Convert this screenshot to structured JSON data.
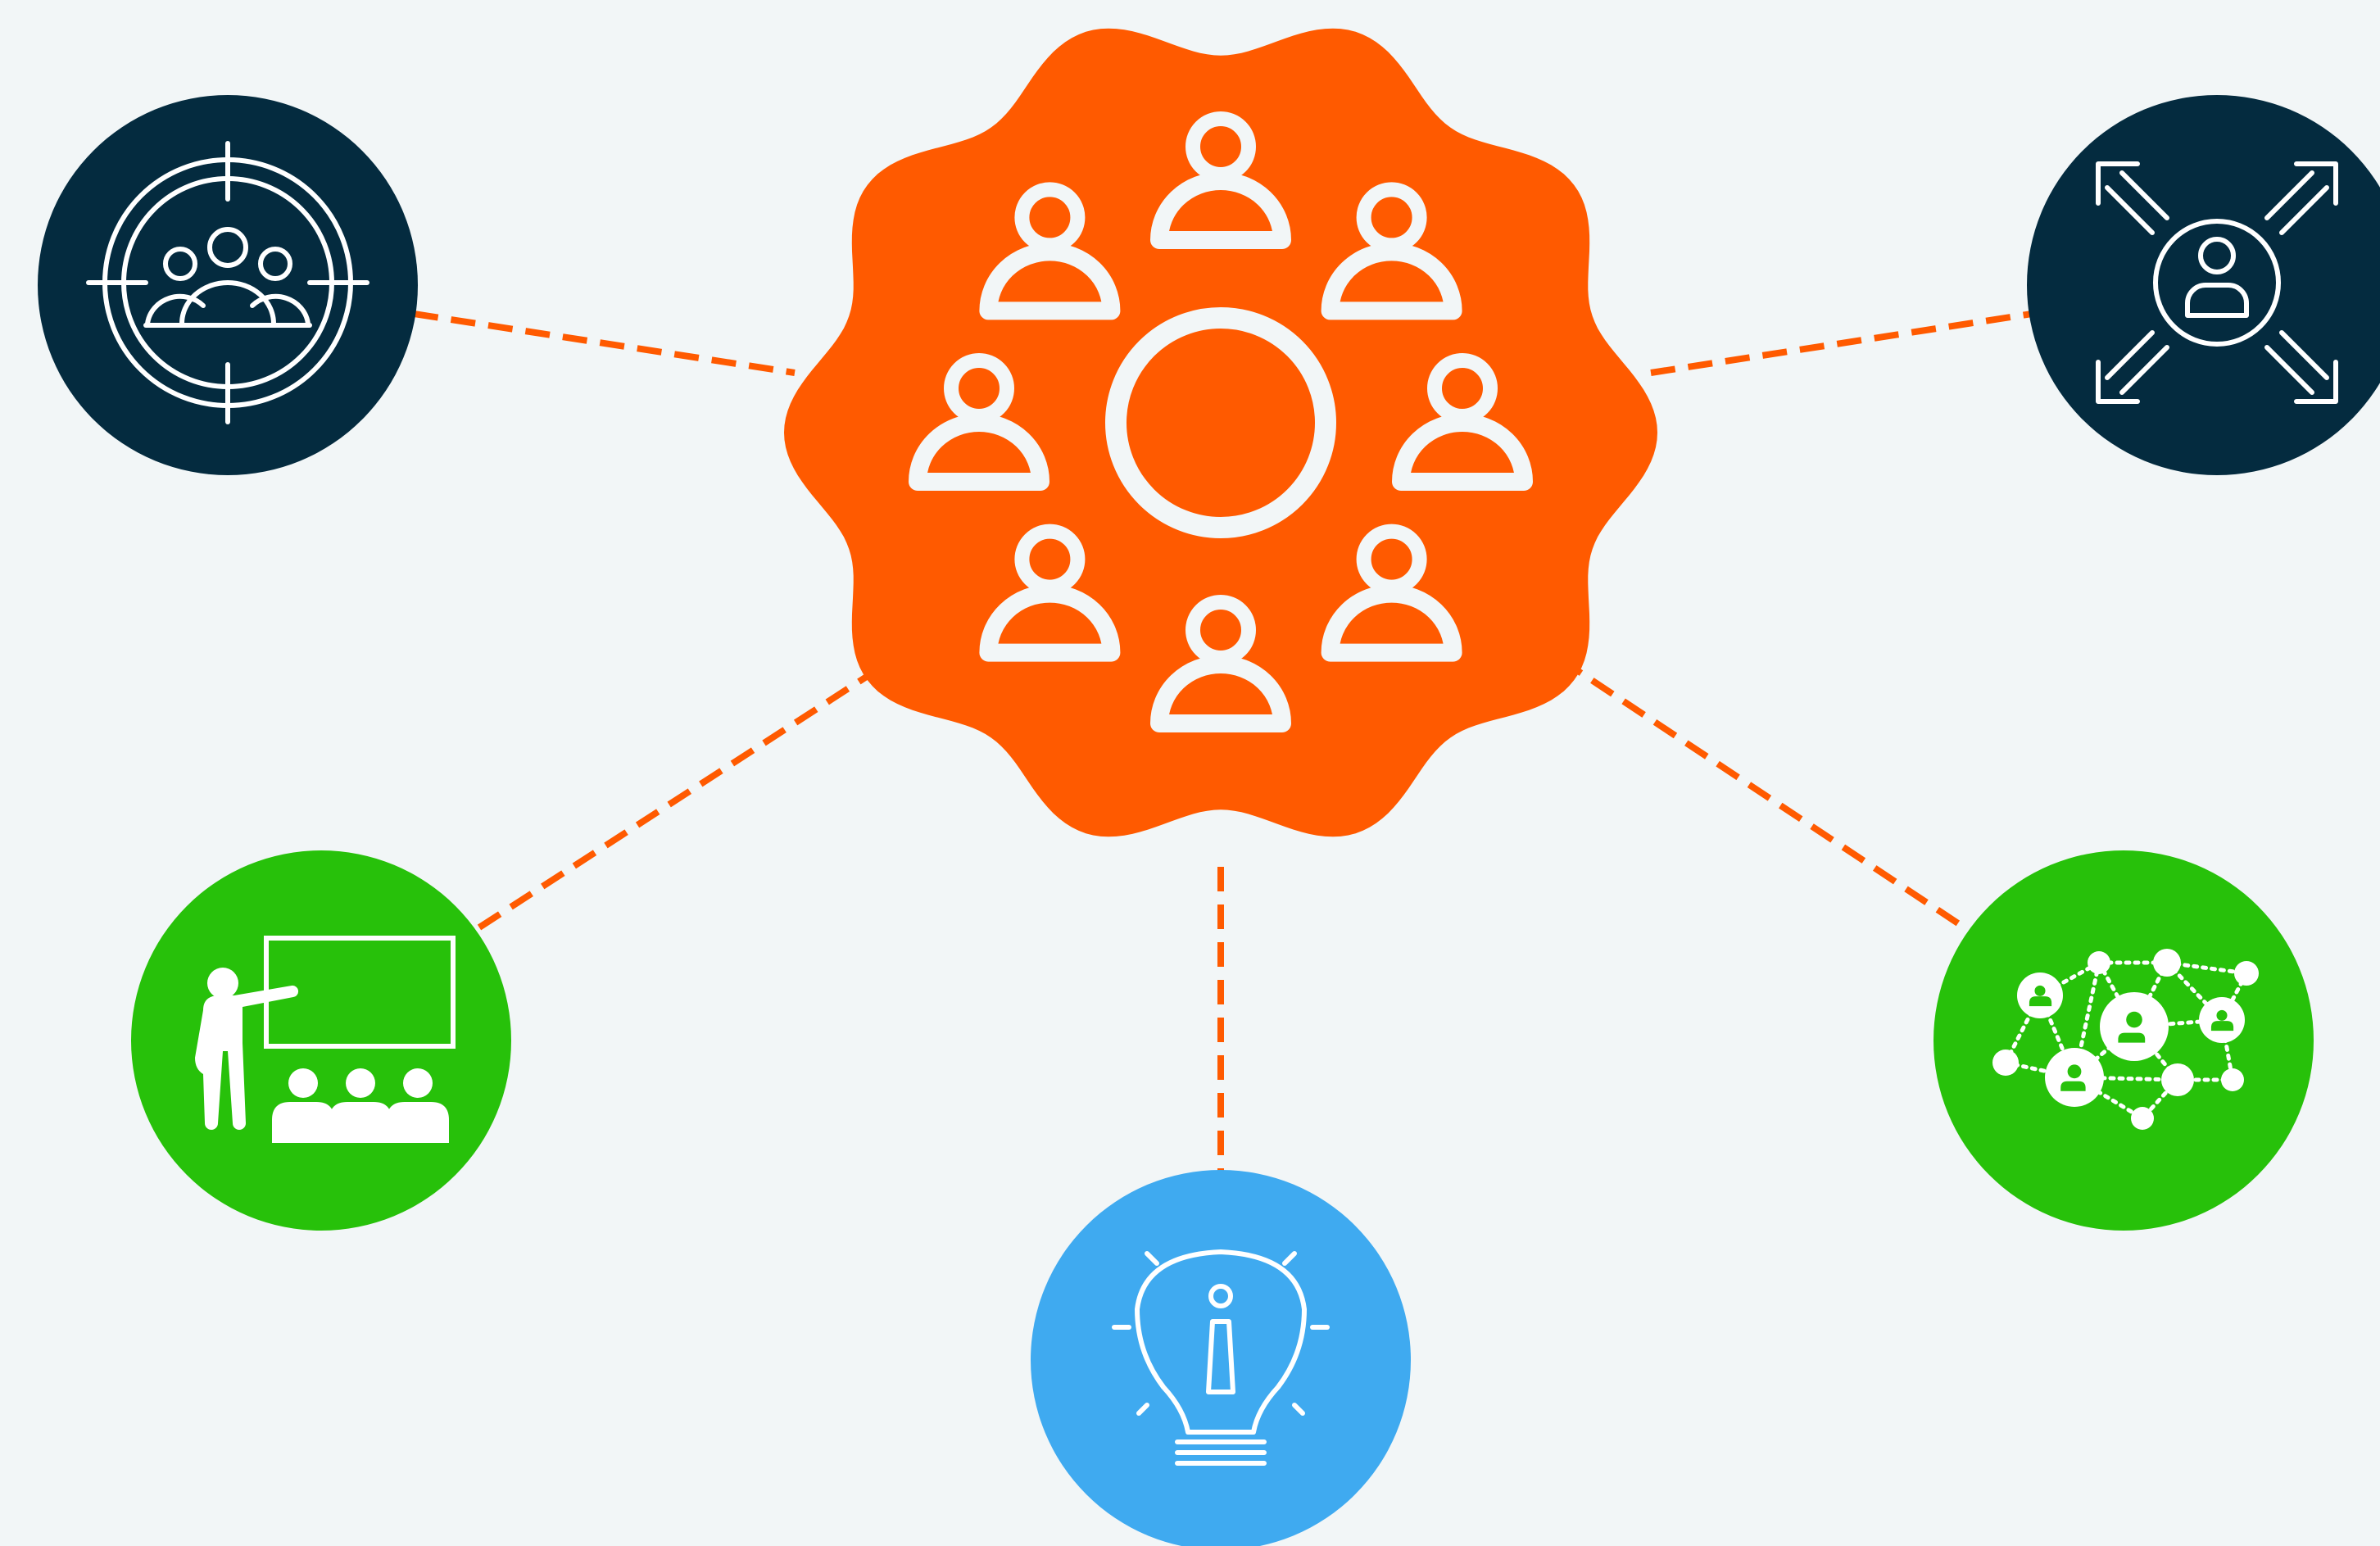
{
  "diagram": {
    "background": "#f2f6f7",
    "hub": {
      "icon": "group-circle-people-icon",
      "color": "#ff5a00",
      "people_count": 8
    },
    "nodes": [
      {
        "id": "target-audience",
        "icon": "target-audience-icon",
        "color": "#042b3f"
      },
      {
        "id": "expand-reach",
        "icon": "user-expand-arrows-icon",
        "color": "#042b3f"
      },
      {
        "id": "training",
        "icon": "presentation-classroom-icon",
        "color": "#27c10a"
      },
      {
        "id": "network",
        "icon": "people-network-icon",
        "color": "#27c10a"
      },
      {
        "id": "idea",
        "icon": "lightbulb-idea-icon",
        "color": "#3faaf0"
      }
    ],
    "connector_color": "#ff5a00",
    "icon_color": "#ffffff"
  }
}
